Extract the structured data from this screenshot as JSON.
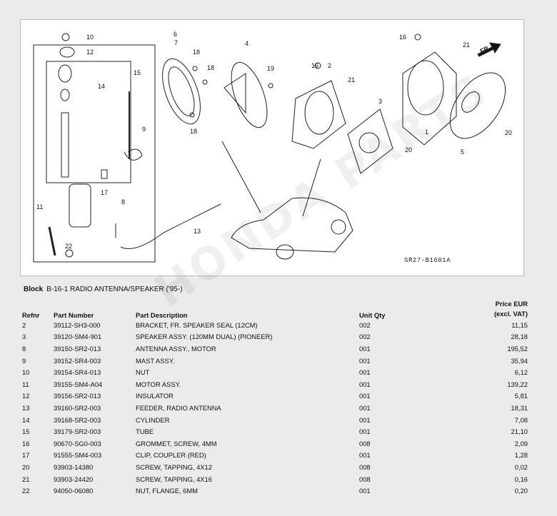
{
  "diagram": {
    "callouts": [
      "10",
      "12",
      "15",
      "14",
      "9",
      "17",
      "8",
      "11",
      "22",
      "6",
      "7",
      "18",
      "18",
      "18",
      "4",
      "19",
      "13",
      "16",
      "2",
      "21",
      "3",
      "20",
      "16",
      "21",
      "1",
      "20",
      "5"
    ],
    "direction_label": "FR.",
    "code": "SR27-B1601A"
  },
  "block": {
    "label": "Block",
    "title": "B-16-1 RADIO ANTENNA/SPEAKER ('95-)"
  },
  "table": {
    "headers": {
      "refnr": "Refnr",
      "part_number": "Part Number",
      "description": "Part Description",
      "unit_qty": "Unit Qty",
      "price_line1": "Price EUR",
      "price_line2": "(excl. VAT)"
    },
    "rows": [
      {
        "refnr": "2",
        "part_number": "39112-SH3-000",
        "description": "BRACKET, FR. SPEAKER SEAL (12CM)",
        "qty": "002",
        "price": "11,15"
      },
      {
        "refnr": "3",
        "part_number": "39120-SM4-901",
        "description": "SPEAKER ASSY. (120MM DUAL) (PIONEER)",
        "qty": "002",
        "price": "28,18"
      },
      {
        "refnr": "8",
        "part_number": "39150-SR2-013",
        "description": "ANTENNA ASSY., MOTOR",
        "qty": "001",
        "price": "195,52"
      },
      {
        "refnr": "9",
        "part_number": "39152-SR4-003",
        "description": "MAST ASSY.",
        "qty": "001",
        "price": "35,94"
      },
      {
        "refnr": "10",
        "part_number": "39154-SR4-013",
        "description": "NUT",
        "qty": "001",
        "price": "6,12"
      },
      {
        "refnr": "11",
        "part_number": "39155-SM4-A04",
        "description": "MOTOR ASSY.",
        "qty": "001",
        "price": "139,22"
      },
      {
        "refnr": "12",
        "part_number": "39156-SR2-013",
        "description": "INSULATOR",
        "qty": "001",
        "price": "5,81"
      },
      {
        "refnr": "13",
        "part_number": "39160-SR2-003",
        "description": "FEEDER, RADIO ANTENNA",
        "qty": "001",
        "price": "18,31"
      },
      {
        "refnr": "14",
        "part_number": "39168-SR2-003",
        "description": "CYLINDER",
        "qty": "001",
        "price": "7,08"
      },
      {
        "refnr": "15",
        "part_number": "39179-SR2-003",
        "description": "TUBE",
        "qty": "001",
        "price": "21,10"
      },
      {
        "refnr": "16",
        "part_number": "90670-SG0-003",
        "description": "GROMMET, SCREW, 4MM",
        "qty": "008",
        "price": "2,09"
      },
      {
        "refnr": "17",
        "part_number": "91555-SM4-003",
        "description": "CLIP, COUPLER (RED)",
        "qty": "001",
        "price": "1,28"
      },
      {
        "refnr": "20",
        "part_number": "93903-14380",
        "description": "SCREW, TAPPING, 4X12",
        "qty": "008",
        "price": "0,02"
      },
      {
        "refnr": "21",
        "part_number": "93903-24420",
        "description": "SCREW, TAPPING, 4X16",
        "qty": "008",
        "price": "0,16"
      },
      {
        "refnr": "22",
        "part_number": "94050-06080",
        "description": "NUT, FLANGE, 6MM",
        "qty": "001",
        "price": "0,20"
      }
    ]
  }
}
